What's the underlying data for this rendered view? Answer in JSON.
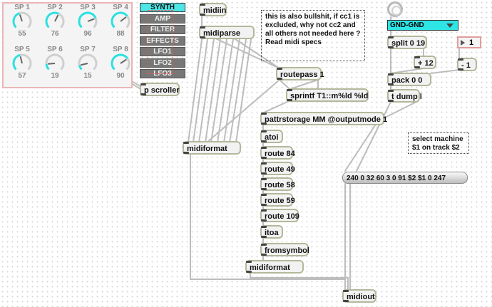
{
  "dials": [
    {
      "label": "SP 1",
      "value": "55"
    },
    {
      "label": "SP 2",
      "value": "76"
    },
    {
      "label": "SP 3",
      "value": "96"
    },
    {
      "label": "SP 4",
      "value": "88"
    },
    {
      "label": "SP 5",
      "value": "57"
    },
    {
      "label": "SP 6",
      "value": "19"
    },
    {
      "label": "SP 7",
      "value": "15"
    },
    {
      "label": "SP 8",
      "value": "90"
    }
  ],
  "tabs": [
    "SYNTH",
    "AMP",
    "FILTER",
    "EFFECTS",
    "LFO1",
    "LFO2",
    "LFO3"
  ],
  "selected_tab": "SYNTH",
  "objects": {
    "p_scroller": "p scroller",
    "midiin": "midiin",
    "midiparse": "midiparse",
    "routepass": "routepass 1",
    "sprintf": "sprintf T1::m%ld %ld",
    "pattrstorage": "pattrstorage MM @outputmode 1",
    "atoi": "atoi",
    "route84": "route 84",
    "route49": "route 49",
    "route58": "route 58",
    "route59": "route 59",
    "route109": "route 109",
    "itoa": "itoa",
    "fromsymbol": "fromsymbol",
    "midiformat_left": "midiformat",
    "midiformat_bottom": "midiformat",
    "midiout": "midiout",
    "split": "split 0 19",
    "plus12": "+ 12",
    "minus1": "- 1",
    "pack": "pack 0 0",
    "tdump": "t dump l"
  },
  "comment_bullshit": "this is also bullshit, if cc1 is excluded, why not cc2 and all others not needed here ? Read midi specs",
  "comment_select": "select machine $1 on track $2",
  "message_sysex": "240 0 32 60 3 0 91 $2 $1 0 247",
  "menu_value": "GND-GND",
  "number_box_value": "1",
  "colors": {
    "accent": "#4ee5e5",
    "object_border": "#b5b79a",
    "panel_border": "#eab6b6"
  }
}
